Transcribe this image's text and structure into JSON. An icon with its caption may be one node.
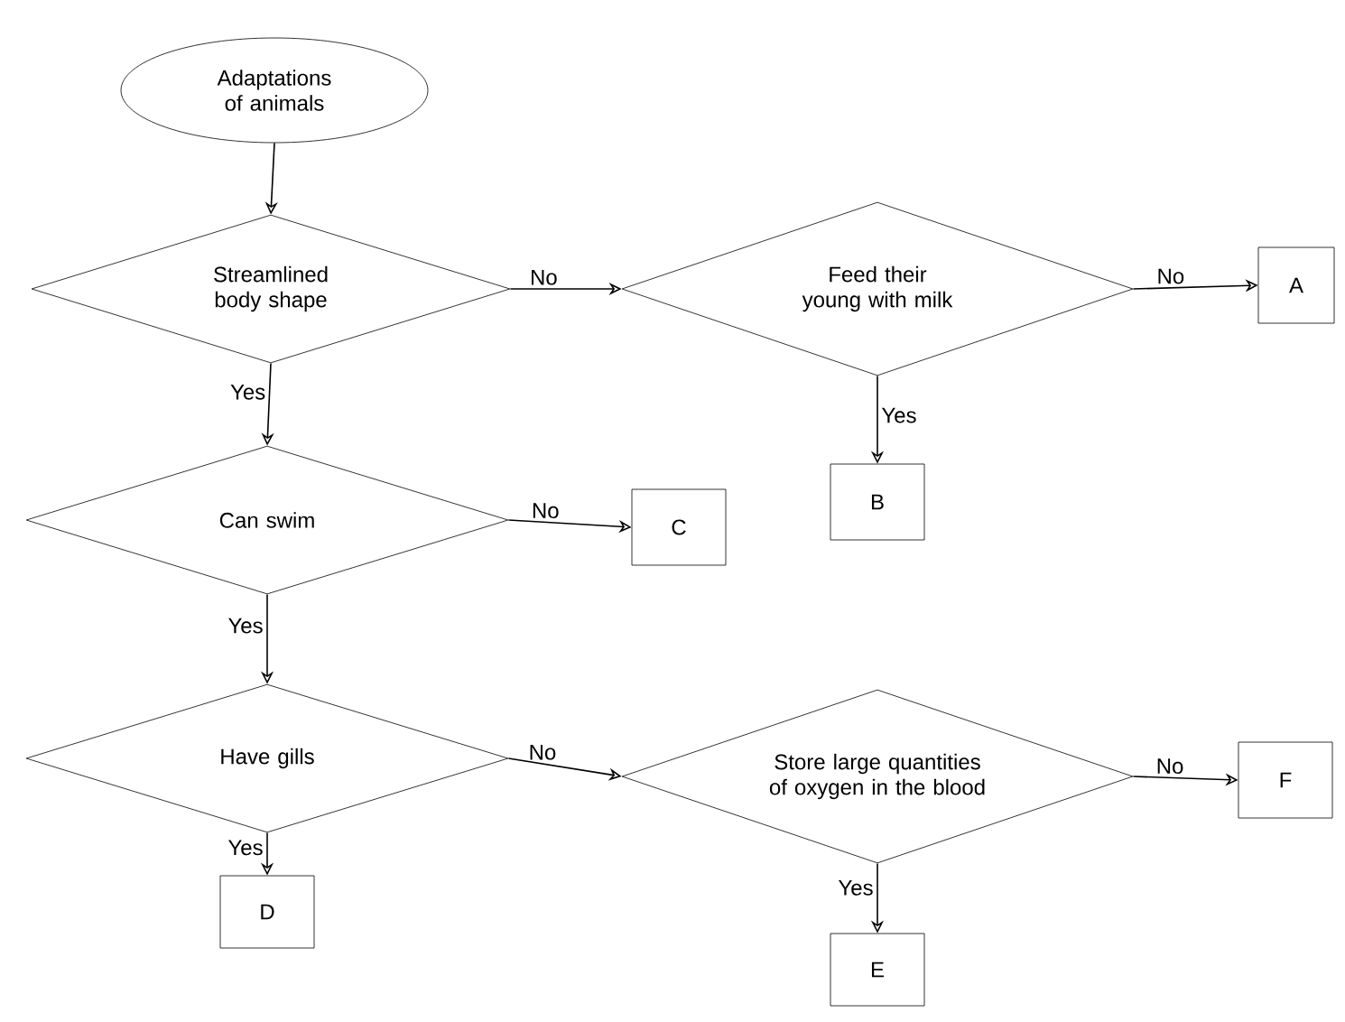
{
  "diagram": {
    "nodes": [
      {
        "text": [
          "Adaptations of animals"
        ]
      },
      {
        "text": [
          "Streamlined body shape"
        ]
      },
      {
        "text": [
          "Feed their young with milk"
        ]
      },
      {
        "text": [
          "A"
        ]
      },
      {
        "text": [
          "Can swim"
        ]
      },
      {
        "text": [
          "C"
        ]
      },
      {
        "text": [
          "B"
        ]
      },
      {
        "text": [
          "Have gills"
        ]
      },
      {
        "text": [
          "Store large quantities of oxygen in the blood"
        ]
      },
      {
        "text": [
          "D"
        ]
      },
      {
        "text": [
          "F"
        ]
      },
      {
        "text": [
          "E"
        ]
      }
    ],
    "edges": [
      {
        "from": 0,
        "to": 1,
        "arrow": "to"
      },
      {
        "from": 1,
        "to": 2,
        "arrow": "to",
        "label": "No"
      },
      {
        "from": 2,
        "to": 3,
        "arrow": "to",
        "label": "No"
      },
      {
        "from": 2,
        "to": 6,
        "arrow": "to",
        "label": "Yes"
      },
      {
        "from": 1,
        "to": 4,
        "arrow": "to",
        "label": "Yes"
      },
      {
        "from": 4,
        "to": 5,
        "arrow": "to",
        "label": "No"
      },
      {
        "from": 4,
        "to": 7,
        "arrow": "to",
        "label": "Yes"
      },
      {
        "from": 7,
        "to": 8,
        "arrow": "to",
        "label": "No"
      },
      {
        "from": 7,
        "to": 9,
        "arrow": "to",
        "label": "Yes"
      },
      {
        "from": 8,
        "to": 10,
        "arrow": "to",
        "label": "No"
      },
      {
        "from": 8,
        "to": 11,
        "arrow": "to",
        "label": "Yes"
      }
    ]
  }
}
